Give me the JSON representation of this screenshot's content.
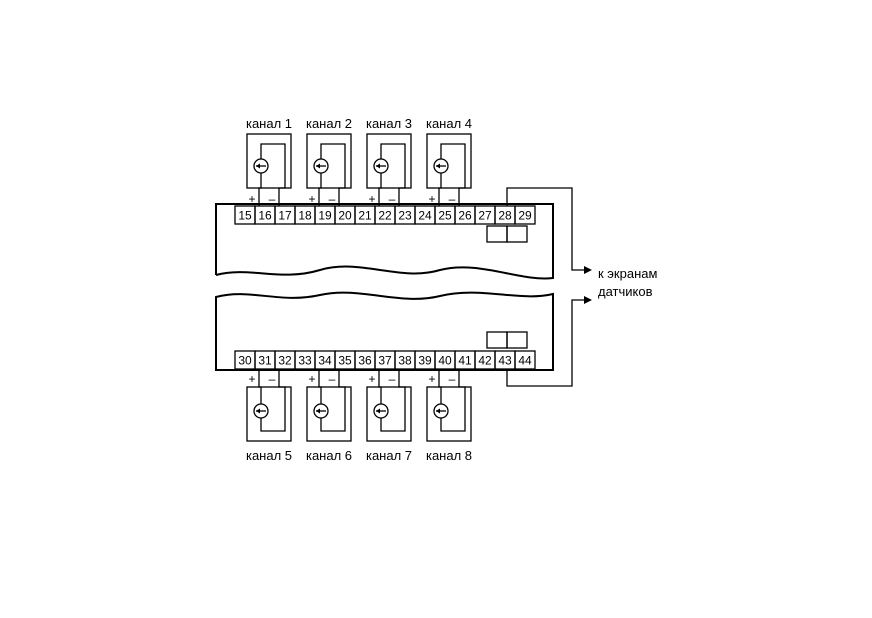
{
  "top_terminals": [
    "15",
    "16",
    "17",
    "18",
    "19",
    "20",
    "21",
    "22",
    "23",
    "24",
    "25",
    "26",
    "27",
    "28",
    "29"
  ],
  "bottom_terminals": [
    "30",
    "31",
    "32",
    "33",
    "34",
    "35",
    "36",
    "37",
    "38",
    "39",
    "40",
    "41",
    "42",
    "43",
    "44"
  ],
  "channels_top": [
    "канал 1",
    "канал 2",
    "канал 3",
    "канал 4"
  ],
  "channels_bottom": [
    "канал 5",
    "канал 6",
    "канал 7",
    "канал 8"
  ],
  "polarity": {
    "plus": "+",
    "minus": "–"
  },
  "shield_label": [
    "к экранам",
    "датчиков"
  ],
  "icons": {
    "sensor": "current-sensor-icon",
    "arrow": "arrow-right-icon"
  }
}
